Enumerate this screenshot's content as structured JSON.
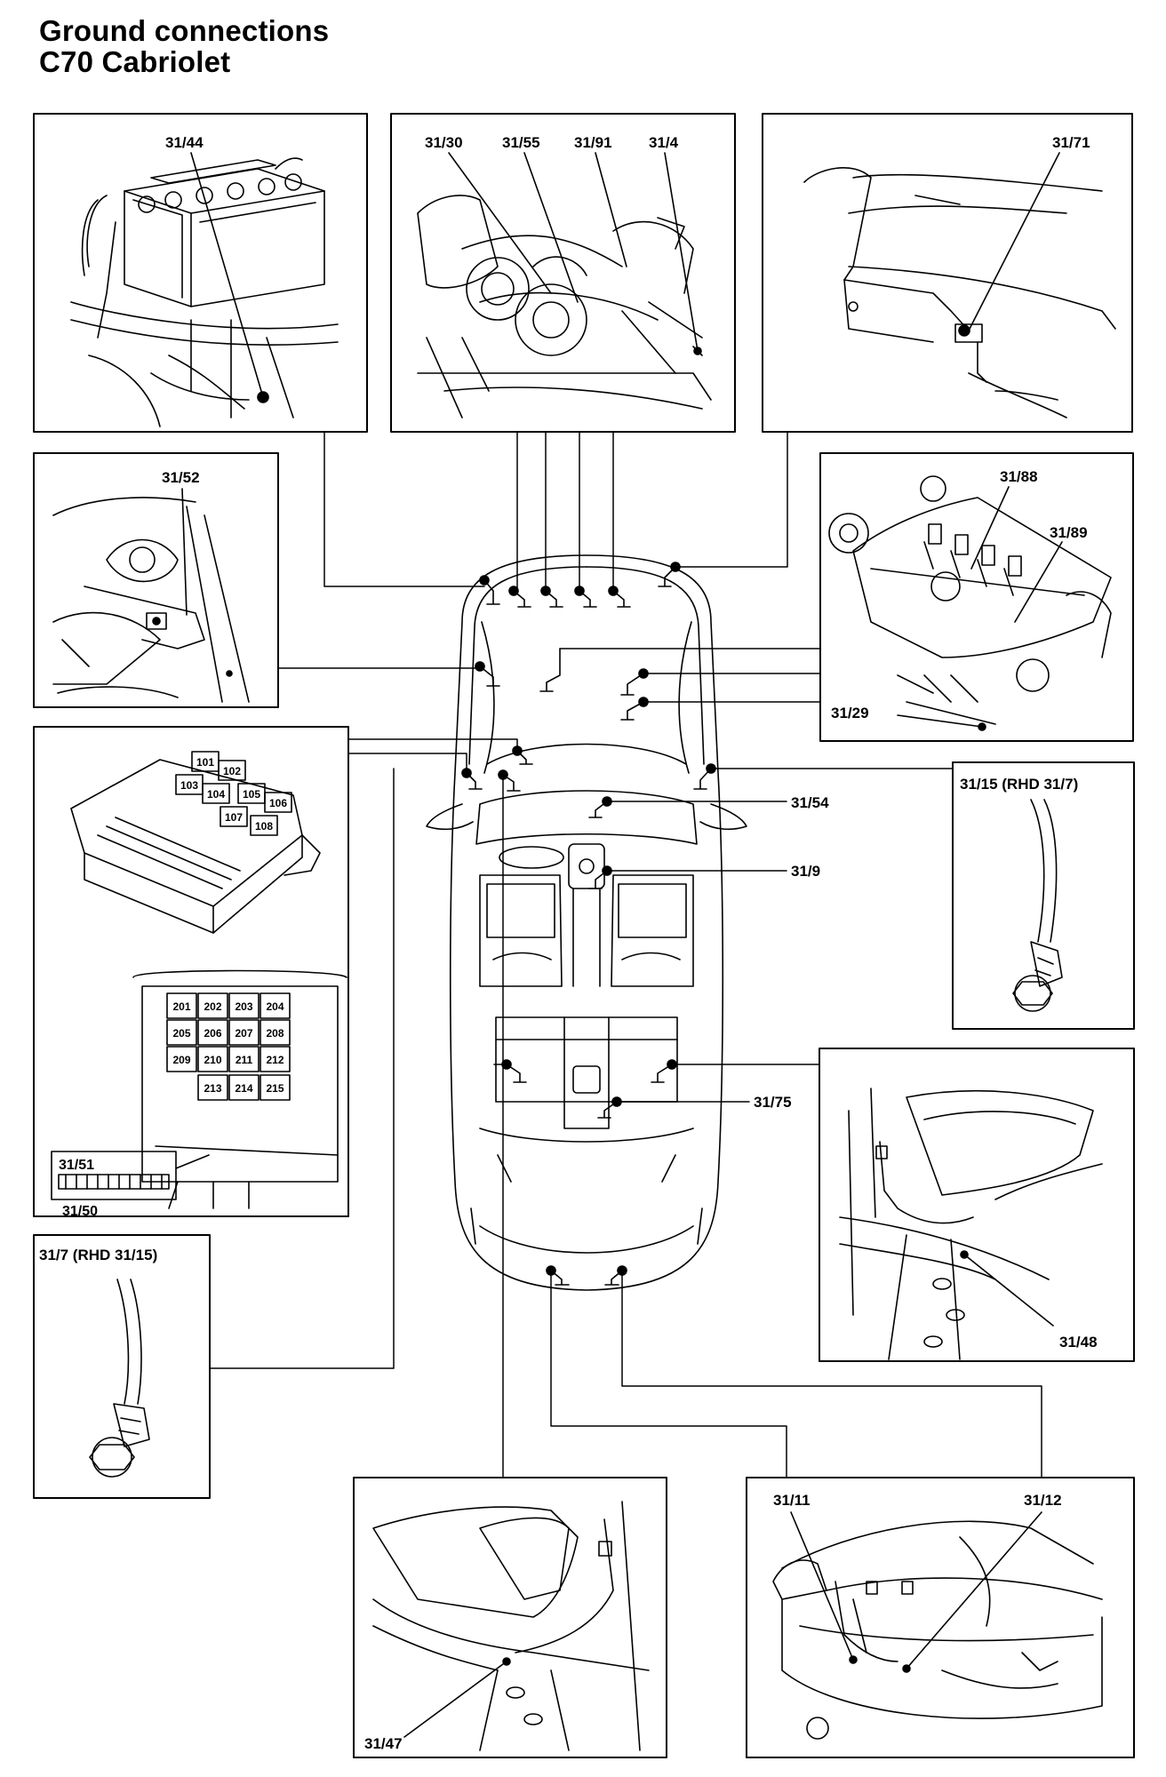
{
  "title": {
    "line1": "Ground connections",
    "line2": "C70 Cabriolet"
  },
  "labels": {
    "g44": "31/44",
    "g30": "31/30",
    "g55": "31/55",
    "g91": "31/91",
    "g4": "31/4",
    "g71": "31/71",
    "g52": "31/52",
    "g88": "31/88",
    "g89": "31/89",
    "g29": "31/29",
    "g15": "31/15 (RHD 31/7)",
    "g54": "31/54",
    "g9": "31/9",
    "g75": "31/75",
    "g48": "31/48",
    "g7": "31/7 (RHD 31/15)",
    "g51": "31/51",
    "g50": "31/50",
    "g47": "31/47",
    "g11": "31/11",
    "g12": "31/12"
  },
  "fuse_box_a": [
    "101",
    "102",
    "103",
    "104",
    "105",
    "106",
    "107",
    "108"
  ],
  "fuse_box_b": [
    "201",
    "202",
    "203",
    "204",
    "205",
    "206",
    "207",
    "208",
    "209",
    "210",
    "211",
    "212",
    "213",
    "214",
    "215"
  ]
}
